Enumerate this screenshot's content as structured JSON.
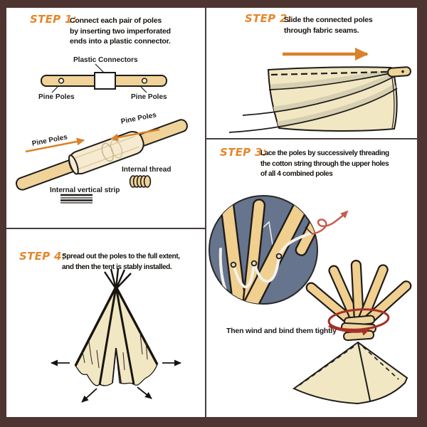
{
  "colors": {
    "frame_brown": "#4E3531",
    "panel_white": "#FFFFFF",
    "divider": "#453E3C",
    "ink": "#1E1C1A",
    "accent_orange": "#E5872B",
    "arrow_orange": "#D9822B",
    "pole_tan": "#F0D398",
    "sleeve_cream": "#F6EBD0",
    "fabric_cream": "#F1E7C3",
    "circle_blue": "#67748E",
    "string_white": "#F4F1E8",
    "rope_red": "#C75B50",
    "bind_red": "#A63028"
  },
  "step1": {
    "heading": "STEP 1:",
    "line1": "Connect each pair of poles",
    "line2": "by inserting two imperforated",
    "line3": "ends into a plastic connector.",
    "label_plastic_connectors": "Plastic Connectors",
    "label_pine_poles_left": "Pine Poles",
    "label_pine_poles_right": "Pine Poles",
    "label_pine_poles_diag_left": "Pine Poles",
    "label_pine_poles_diag_right": "Pine Poles",
    "label_internal_thread": "Internal thread",
    "label_internal_vertical_strip": "Internal vertical strip"
  },
  "step2": {
    "heading": "STEP 2:",
    "line1": "Slide the connected poles",
    "line2": "through fabric seams."
  },
  "step3": {
    "heading": "STEP 3:",
    "line1": "Lace the poles by successively threading",
    "line2": "the cotton string through the upper holes",
    "line3": "of all 4 combined poles",
    "note": "Then wind and bind them tightly"
  },
  "step4": {
    "heading": "STEP 4:",
    "line1": "Spread out the poles to the full extent,",
    "line2": "and then the tent is stably installed."
  }
}
